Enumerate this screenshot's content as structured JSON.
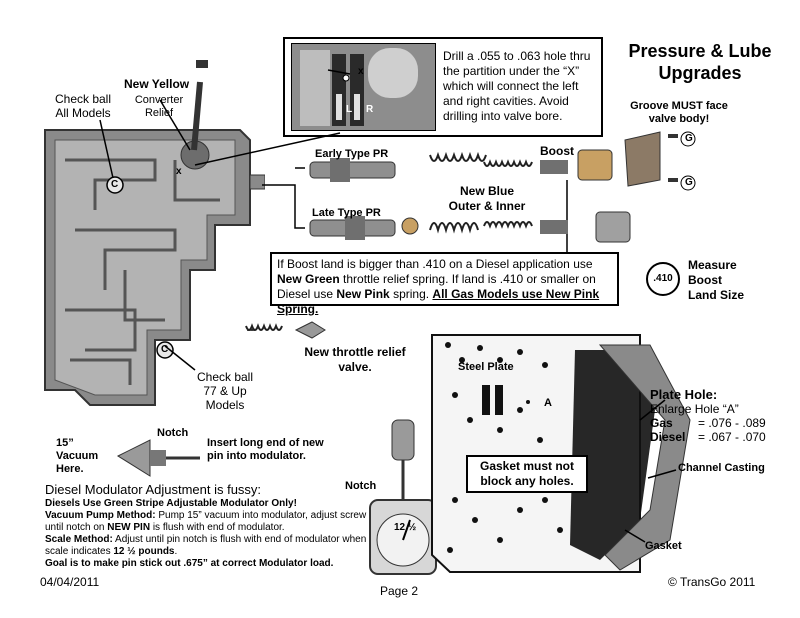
{
  "title": {
    "line1": "Pressure & Lube",
    "line2": "Upgrades"
  },
  "drill_note": "Drill a .055 to .063 hole thru the partition under the “X” which will connect the left and right cavities. Avoid drilling into valve bore.",
  "drill_photo_labels": {
    "x": "x",
    "l": "L",
    "r": "R"
  },
  "labels": {
    "new_yellow": "New Yellow",
    "converter_relief_1": "Converter",
    "converter_relief_2": "Relief",
    "check_ball_all_1": "Check ball",
    "check_ball_all_2": "All Models",
    "check_ball_77_1": "Check ball",
    "check_ball_77_2": "77 & Up",
    "check_ball_77_3": "Models",
    "early_pr": "Early Type PR",
    "late_pr": "Late Type PR",
    "boost": "Boost",
    "new_blue_1": "New Blue",
    "new_blue_2": "Outer & Inner",
    "groove_1": "Groove MUST face",
    "groove_2": "valve body!",
    "measure_1": "Measure",
    "measure_2": "Boost",
    "measure_3": "Land Size",
    "measure_badge": ".410",
    "new_throttle_1": "New throttle relief",
    "new_throttle_2": "valve.",
    "steel_plate": "Steel Plate",
    "hole_a": "A",
    "plate_hole_title": "Plate Hole:",
    "plate_hole_sub": "Enlarge Hole “A”",
    "gas_label": "Gas",
    "gas_value": "= .076 - .089",
    "diesel_label": "Diesel",
    "diesel_value": "= .067 - .070",
    "channel_casting": "Channel Casting",
    "gasket": "Gasket",
    "vacuum_1": "15” Vacuum",
    "vacuum_2": "Here.",
    "notch_top": "Notch",
    "insert_1": "Insert long end of new",
    "insert_2": "pin into modulator.",
    "notch_left": "Notch",
    "scale_reading": "12 ½",
    "c_symbol": "C",
    "g_symbol": "G",
    "x_mark": "x"
  },
  "boost_note": {
    "p1": "If Boost land is bigger than .410 on a Diesel application use ",
    "b1": "New Green",
    "p2": " throttle relief spring. If land is .410 or smaller on Diesel use ",
    "b2": "New Pink",
    "p3": " spring. ",
    "b3": "All Gas Models use New Pink Spring."
  },
  "gasket_note": "Gasket must not block any holes.",
  "modulator": {
    "heading": "Diesel Modulator Adjustment is fussy:",
    "l1": "Diesels Use Green Stripe Adjustable Modulator Only!",
    "l2a": "Vacuum Pump Method:",
    "l2b": " Pump 15” vacuum into modulator, adjust screw until notch on ",
    "l2c": "NEW PIN",
    "l2d": " is flush with end of modulator.",
    "l3a": "Scale Method:",
    "l3b": " Adjust until pin notch is flush with end of modulator when scale indicates ",
    "l3c": "12 ½ pounds",
    "l3d": ".",
    "l4": "Goal is to make pin stick out .675” at correct Modulator load."
  },
  "footer": {
    "date": "04/04/2011",
    "page": "Page 2",
    "copyright": "© TransGo 2011"
  }
}
